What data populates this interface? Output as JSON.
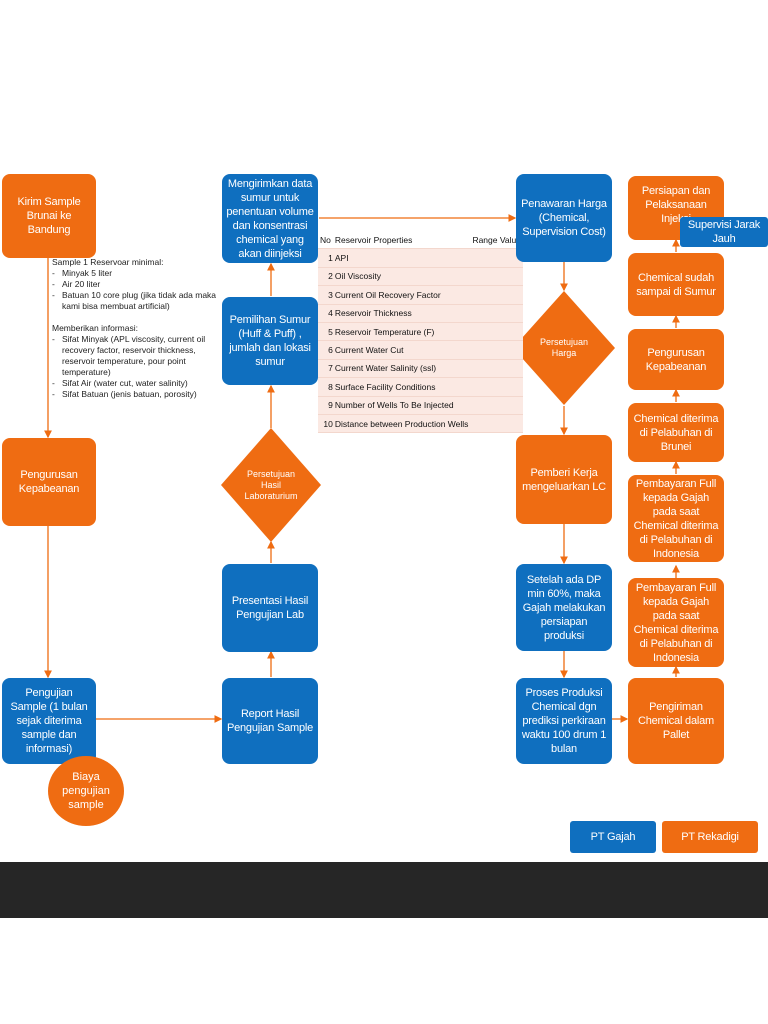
{
  "colors": {
    "orange": "#ef6c12",
    "blue": "#0f6fbf",
    "arrow": "#ef6c12",
    "table_bg": "#fbe9e3"
  },
  "nodes": {
    "kirim_sample": "Kirim Sample Brunai ke Bandung",
    "pengurusan_kepabeanan_left": "Pengurusan Kepabeanan",
    "pengujian_sample": "Pengujian Sample (1 bulan sejak diterima sample dan informasi)",
    "biaya_pengujian": "Biaya pengujian sample",
    "report_hasil": "Report Hasil Pengujian Sample",
    "presentasi_hasil": "Presentasi Hasil Pengujian Lab",
    "persetujuan_lab": "Persetujuan Hasil Laboraturium",
    "pemilihan_sumur": "Pemilihan Sumur (Huff & Puff) , jumlah dan lokasi sumur",
    "mengirimkan_data": "Mengirimkan data sumur untuk penentuan volume dan konsentrasi chemical yang akan diinjeksi",
    "penawaran_harga": "Penawaran Harga (Chemical, Supervision Cost)",
    "persetujuan_harga": "Persetujuan Harga",
    "pemberi_kerja": "Pemberi Kerja mengeluarkan LC",
    "setelah_dp": "Setelah ada DP min 60%, maka Gajah melakukan persiapan produksi",
    "proses_produksi": "Proses Produksi Chemical dgn prediksi perkiraan waktu 100 drum 1 bulan",
    "pengiriman_chemical": "Pengiriman Chemical dalam Pallet",
    "pembayaran_1": "Pembayaran Full kepada Gajah pada saat Chemical diterima di Pelabuhan di Indonesia",
    "pembayaran_2": "Pembayaran Full kepada Gajah pada saat Chemical diterima di Pelabuhan di Indonesia",
    "chemical_diterima_brunei": "Chemical diterima di Pelabuhan di Brunei",
    "pengurusan_kepabeanan_right": "Pengurusan Kepabeanan",
    "chemical_sampai": "Chemical sudah sampai di Sumur",
    "persiapan_pelaksanaan": "Persiapan dan Pelaksanaan Injeksi",
    "supervisi": "Supervisi Jarak Jauh"
  },
  "notes": {
    "sample_title": "Sample 1 Reservoar minimal:",
    "sample_items": [
      "Minyak 5 liter",
      "Air 20 liter",
      "Batuan 10 core plug (jika tidak ada maka kami bisa membuat artificial)"
    ],
    "info_title": "Memberikan informasi:",
    "info_items": [
      "Sifat Minyak (APL viscosity, current oil recovery factor, reservoir thickness, reservoir temperature, pour point temperature)",
      "Sifat Air (water cut, water salinity)",
      "Sifat Batuan (jenis batuan, porosity)"
    ]
  },
  "table": {
    "headers": [
      "No",
      "Reservoir Properties",
      "Range Value"
    ],
    "rows": [
      [
        "1",
        "API",
        ""
      ],
      [
        "2",
        "Oil Viscosity",
        ""
      ],
      [
        "3",
        "Current Oil Recovery Factor",
        ""
      ],
      [
        "4",
        "Reservoir Thickness",
        ""
      ],
      [
        "5",
        "Reservoir Temperature (F)",
        ""
      ],
      [
        "6",
        "Current Water Cut",
        ""
      ],
      [
        "7",
        "Current Water Salinity (ssl)",
        ""
      ],
      [
        "8",
        "Surface Facility Conditions",
        ""
      ],
      [
        "9",
        "Number of Wells To Be Injected",
        ""
      ],
      [
        "10",
        "Distance between Production Wells",
        ""
      ]
    ]
  },
  "legend": {
    "blue_label": "PT Gajah",
    "orange_label": "PT Rekadigi"
  }
}
